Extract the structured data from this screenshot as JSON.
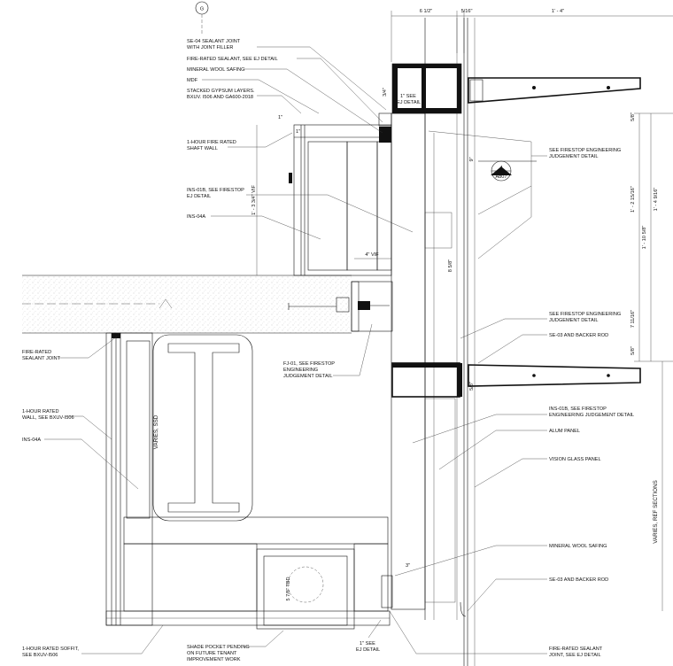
{
  "grid_bubble": "G",
  "section_bubble": {
    "number": "4",
    "sheet": "A807"
  },
  "labels": {
    "se04": [
      "SE-04 SEALANT JOINT",
      "WITH JOINT FILLER"
    ],
    "fire_sealant_ej": "FIRE-RATED SEALANT, SEE EJ DETAIL",
    "mineral_wool_top": "MINERAL WOOL SAFING",
    "mdf": "MDF",
    "gypsum": [
      "STACKED GYPSUM LAYERS.",
      "BXUV. I506 AND GA600-2018"
    ],
    "shaft_wall": [
      "1-HOUR FIRE RATED",
      "SHAFT WALL"
    ],
    "ins01b_top": [
      "INS-01B, SEE FIRESTOP",
      "EJ DETAIL"
    ],
    "ins04a_top": "INS-04A",
    "fire_sealant_joint": [
      "FIRE-RATED",
      "SEALANT JOINT"
    ],
    "rated_wall": [
      "1-HOUR RATED",
      "WALL, SEE BXUV-I506"
    ],
    "ins04a_bottom": "INS-04A",
    "fj01": [
      "FJ-01, SEE FIRESTOP",
      "ENGINEERING",
      "JUDGEMENT DETAIL"
    ],
    "soffit": [
      "1-HOUR RATED SOFFIT,",
      "SEE BXUV-I506"
    ],
    "shade_pocket": [
      "SHADE POCKET PENDING",
      "ON FUTURE TENANT",
      "IMPROVEMENT WORK"
    ],
    "ej_bottom": [
      "1\" SEE",
      "EJ DETAIL"
    ],
    "ej_top": [
      "1\" SEE",
      "EJ DETAIL"
    ],
    "firestop_top": [
      "SEE FIRESTOP ENGINEERING",
      "JUDGEMENT DETAIL"
    ],
    "firestop_mid": [
      "SEE FIRESTOP ENGINEERING",
      "JUDGEMENT DETAIL"
    ],
    "se03_top": "SE-03 AND BACKER ROD",
    "ins01b_right": [
      "INS-01B, SEE FIRESTOP",
      "ENGINEERING JUDGEMENT DETAIL"
    ],
    "alum_panel": "ALUM PANEL",
    "vision_glass": "VISION GLASS PANEL",
    "mineral_wool_right": "MINERAL WOOL SAFING",
    "se03_bottom": "SE-03 AND BACKER ROD",
    "fire_sealant_bottom": [
      "FIRE-RATED SEALANT",
      "JOINT, SEE EJ DETAIL"
    ]
  },
  "dimensions": {
    "d_6_5": "6 1/2\"",
    "d_5_16": "5/16\"",
    "d_1_4": "1' - 4\"",
    "d_1_top": "1\"",
    "d_1_left": "1\"",
    "d_3_4": "3/4\"",
    "d_1_3_3_4": "1' - 3 3/4\" VIF",
    "d_4_vif": "4\" VIF",
    "d_9": "9\"",
    "d_5_8_a": "5/8\"",
    "d_5_8_b": "5/8\"",
    "d_5_8_c": "5/8\"",
    "d_8_5_8": "8 5/8\"",
    "d_1_2_15_16": "1' - 2 15/16\"",
    "d_1_4_9_16": "1' - 4 9/16\"",
    "d_1_10_5_8": "1' - 10 5/8\"",
    "d_7_11_16": "7 11/16\"",
    "d_3": "3\"",
    "varies_ssd": "VARIES, SSD",
    "varies_ref": "VARIES, REF SECTIONS",
    "d_5_7_8": "5 7/8\" TBD"
  }
}
